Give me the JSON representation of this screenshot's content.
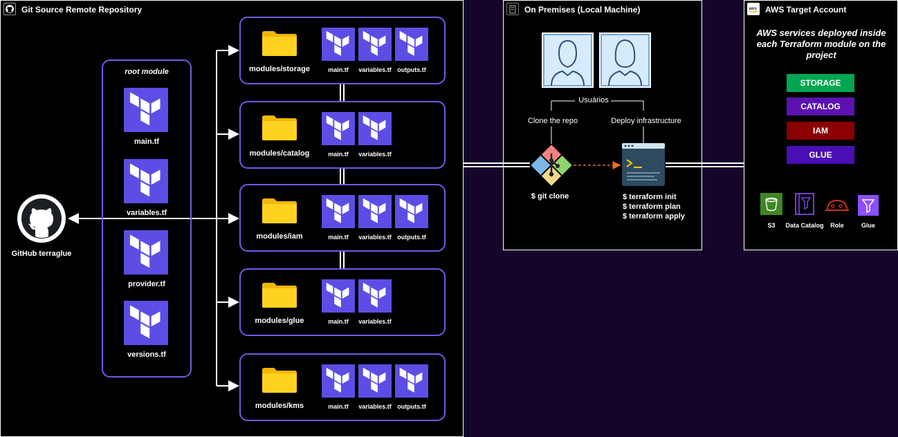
{
  "panels": {
    "git": {
      "title": "Git Source Remote Repository"
    },
    "onprem": {
      "title": "On Premises (Local Machine)"
    },
    "aws": {
      "title": "AWS Target Account"
    }
  },
  "github": {
    "label": "GitHub terraglue"
  },
  "root_module": {
    "title": "root module",
    "files": [
      "main.tf",
      "variables.tf",
      "provider.tf",
      "versions.tf"
    ]
  },
  "modules": [
    {
      "name": "modules/storage",
      "files": [
        "main.tf",
        "variables.tf",
        "outputs.tf"
      ]
    },
    {
      "name": "modules/catalog",
      "files": [
        "main.tf",
        "variables.tf"
      ]
    },
    {
      "name": "modules/iam",
      "files": [
        "main.tf",
        "variables.tf",
        "outputs.tf"
      ]
    },
    {
      "name": "modules/glue",
      "files": [
        "main.tf",
        "variables.tf"
      ]
    },
    {
      "name": "modules/kms",
      "files": [
        "main.tf",
        "variables.tf",
        "outputs.tf"
      ]
    }
  ],
  "onprem": {
    "users_label": "Usuários",
    "clone_label": "Clone the repo",
    "deploy_label": "Deploy infrastructure",
    "git_cmd": "$ git clone",
    "tf_cmds": [
      "$ terraform init",
      "$ terraform plan",
      "$ terraform apply"
    ]
  },
  "aws": {
    "subtitle": "AWS services deployed inside each Terraform module on the project",
    "services": [
      {
        "label": "STORAGE",
        "color": "#00a651"
      },
      {
        "label": "CATALOG",
        "color": "#5b12b0"
      },
      {
        "label": "IAM",
        "color": "#8b0000"
      },
      {
        "label": "GLUE",
        "color": "#4a0eb5"
      }
    ],
    "icons": [
      "S3",
      "Data Catalog",
      "Role",
      "Glue"
    ]
  },
  "colors": {
    "accent": "#6b5ce7",
    "terraform": "#5c4ee5",
    "folder": "#ffd21f",
    "background": "#000000"
  }
}
